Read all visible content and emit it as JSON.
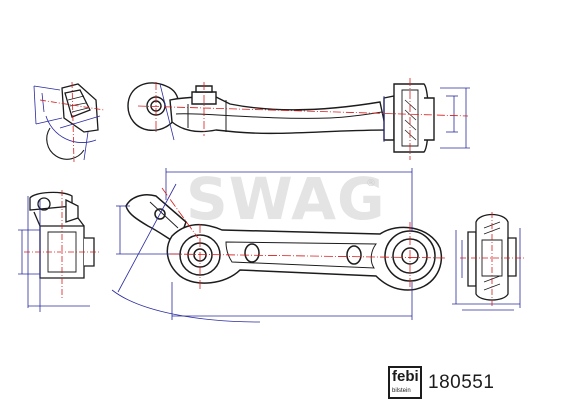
{
  "watermark": {
    "text": "SWAG",
    "reg_mark": "®"
  },
  "brand_logo": {
    "word": "febi",
    "sub": "bilstein"
  },
  "part_number": "180551",
  "colors": {
    "outline": "#1c1c1c",
    "dimension": "#2a2aa0",
    "centerline": "#d81c1c",
    "watermark": "#e4e4e4",
    "fill": "#ffffff"
  }
}
